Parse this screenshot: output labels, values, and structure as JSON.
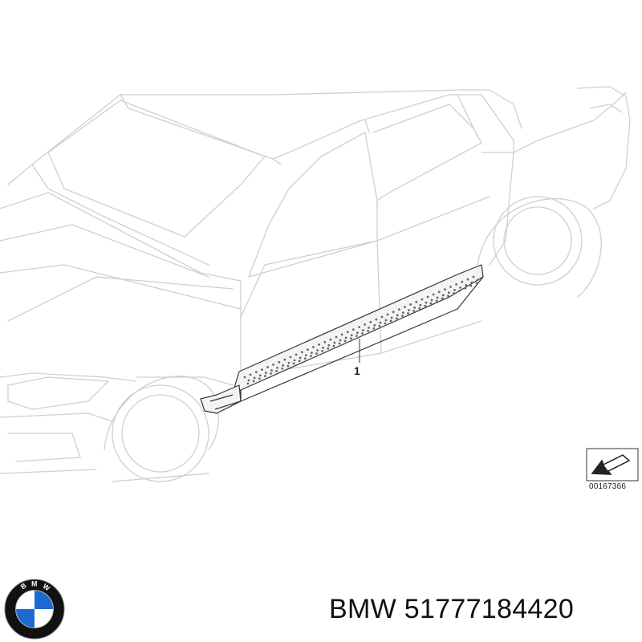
{
  "diagram": {
    "callout_number": "1",
    "reference_code": "00167366"
  },
  "caption": {
    "brand": "BMW",
    "part_number": "51777184420",
    "text": "BMW 51777184420"
  },
  "logo": {
    "lettering": "BMW",
    "colors": {
      "ring": "#111111",
      "blue": "#1c69d4",
      "white": "#ffffff"
    }
  }
}
